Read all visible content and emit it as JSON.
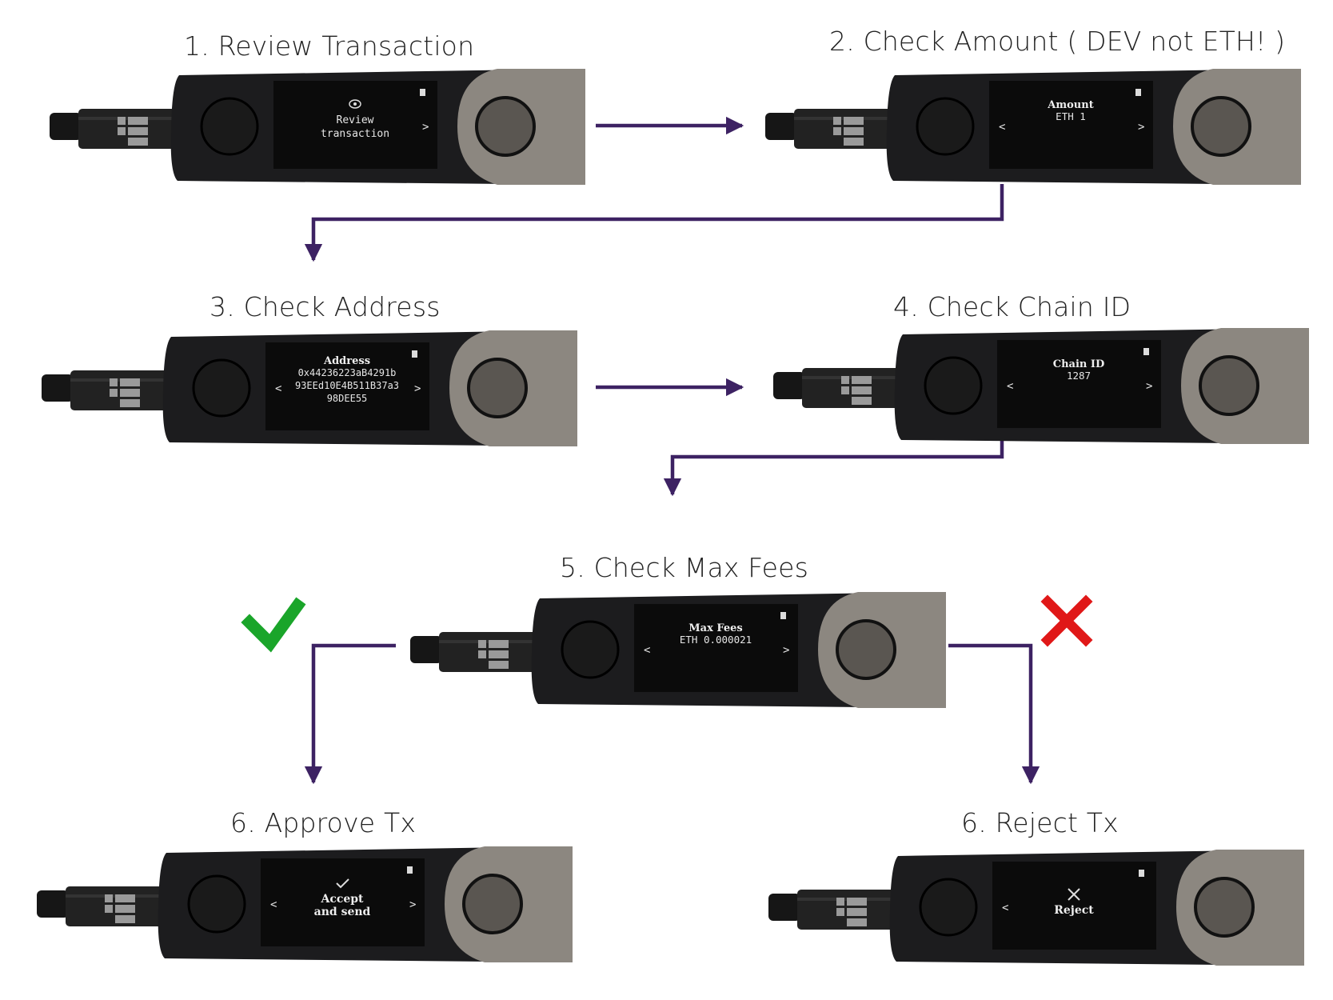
{
  "steps": [
    {
      "title": "1. Review Transaction",
      "screen": {
        "line1": "Review",
        "line2": "transaction",
        "icon": "eye-icon",
        "nav_left": "",
        "nav_right": ">"
      }
    },
    {
      "title": "2. Check Amount ( DEV not ETH! )",
      "screen": {
        "heading": "Amount",
        "value": "ETH 1",
        "nav_left": "<",
        "nav_right": ">"
      }
    },
    {
      "title": "3. Check Address",
      "screen": {
        "heading": "Address",
        "lines": [
          "0x44236223aB4291b",
          "93EEd10E4B511B37a3",
          "98DEE55"
        ],
        "nav_left": "<",
        "nav_right": ">"
      }
    },
    {
      "title": "4. Check Chain ID",
      "screen": {
        "heading": "Chain ID",
        "value": "1287",
        "nav_left": "<",
        "nav_right": ">"
      }
    },
    {
      "title": "5. Check Max Fees",
      "screen": {
        "heading": "Max Fees",
        "value": "ETH 0.000021",
        "nav_left": "<",
        "nav_right": ">"
      }
    },
    {
      "title": "6. Approve Tx",
      "screen": {
        "line1": "Accept",
        "line2": "and send",
        "icon": "check-icon",
        "nav_left": "<",
        "nav_right": ">"
      }
    },
    {
      "title": "6. Reject Tx",
      "screen": {
        "line1": "Reject",
        "icon": "close-icon",
        "nav_left": "<",
        "nav_right": ""
      }
    }
  ],
  "markers": {
    "approve": "check-mark-icon",
    "reject": "cross-mark-icon"
  },
  "colors": {
    "arrow": "#3d2263",
    "approve": "#1aa52a",
    "reject": "#e01818",
    "device_body": "#1c1c1e",
    "device_cover": "#8c8780"
  }
}
